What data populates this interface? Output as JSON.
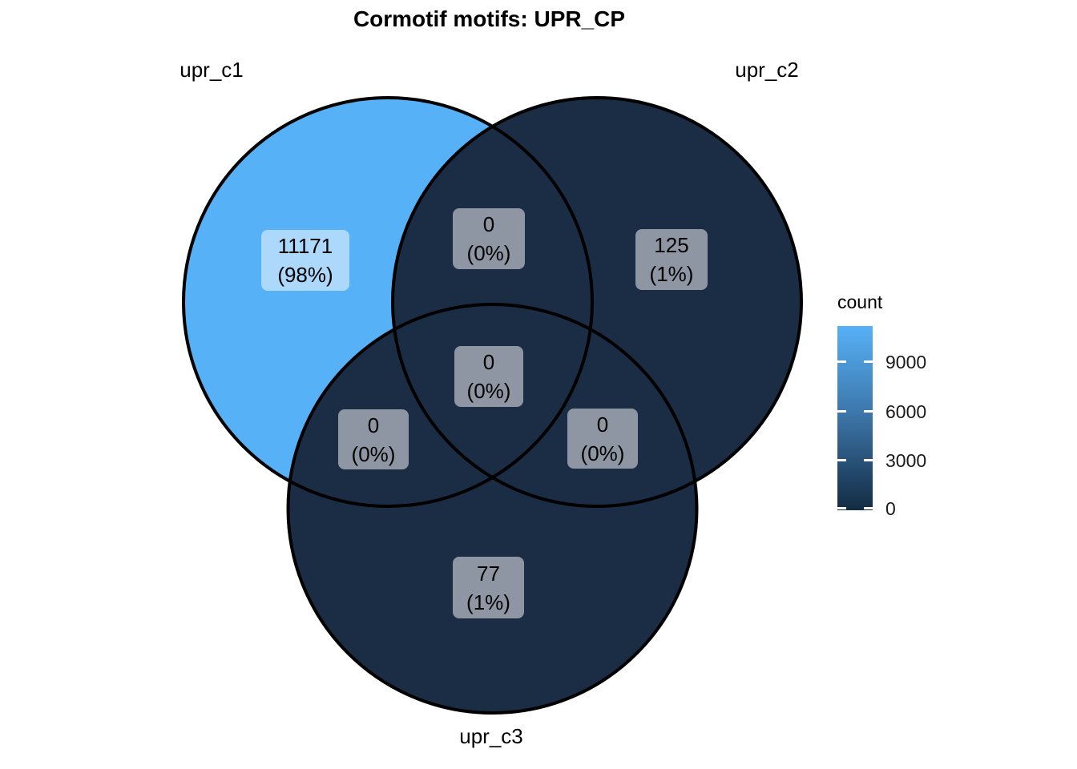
{
  "title": "Cormotif motifs: UPR_CP",
  "sets": {
    "c1": "upr_c1",
    "c2": "upr_c2",
    "c3": "upr_c3"
  },
  "regions": {
    "c1_only": {
      "value": "11171",
      "percent": "(98%)"
    },
    "c1_c2": {
      "value": "0",
      "percent": "(0%)"
    },
    "c2_only": {
      "value": "125",
      "percent": "(1%)"
    },
    "c1_c2_c3": {
      "value": "0",
      "percent": "(0%)"
    },
    "c1_c3": {
      "value": "0",
      "percent": "(0%)"
    },
    "c2_c3": {
      "value": "0",
      "percent": "(0%)"
    },
    "c3_only": {
      "value": "77",
      "percent": "(1%)"
    }
  },
  "legend": {
    "title": "count",
    "tick_labels": [
      "9000",
      "6000",
      "3000",
      "0"
    ]
  },
  "colors": {
    "gradient_high": "#56B1F7",
    "gradient_low": "#132B43",
    "circle_c1_fill": "#56B1F7",
    "circle_dark_fill": "#1B2D44",
    "circle_outline": "#000000"
  },
  "chart_data": {
    "type": "venn",
    "title": "Cormotif motifs: UPR_CP",
    "sets": [
      "upr_c1",
      "upr_c2",
      "upr_c3"
    ],
    "regions": [
      {
        "sets": [
          "upr_c1"
        ],
        "count": 11171,
        "percent": 98
      },
      {
        "sets": [
          "upr_c2"
        ],
        "count": 125,
        "percent": 1
      },
      {
        "sets": [
          "upr_c3"
        ],
        "count": 77,
        "percent": 1
      },
      {
        "sets": [
          "upr_c1",
          "upr_c2"
        ],
        "count": 0,
        "percent": 0
      },
      {
        "sets": [
          "upr_c1",
          "upr_c3"
        ],
        "count": 0,
        "percent": 0
      },
      {
        "sets": [
          "upr_c2",
          "upr_c3"
        ],
        "count": 0,
        "percent": 0
      },
      {
        "sets": [
          "upr_c1",
          "upr_c2",
          "upr_c3"
        ],
        "count": 0,
        "percent": 0
      }
    ],
    "legend": {
      "title": "count",
      "range": [
        0,
        11171
      ],
      "tick_values": [
        0,
        3000,
        6000,
        9000
      ],
      "position": "right",
      "gradient": [
        "#132B43",
        "#56B1F7"
      ],
      "grid": false
    }
  }
}
